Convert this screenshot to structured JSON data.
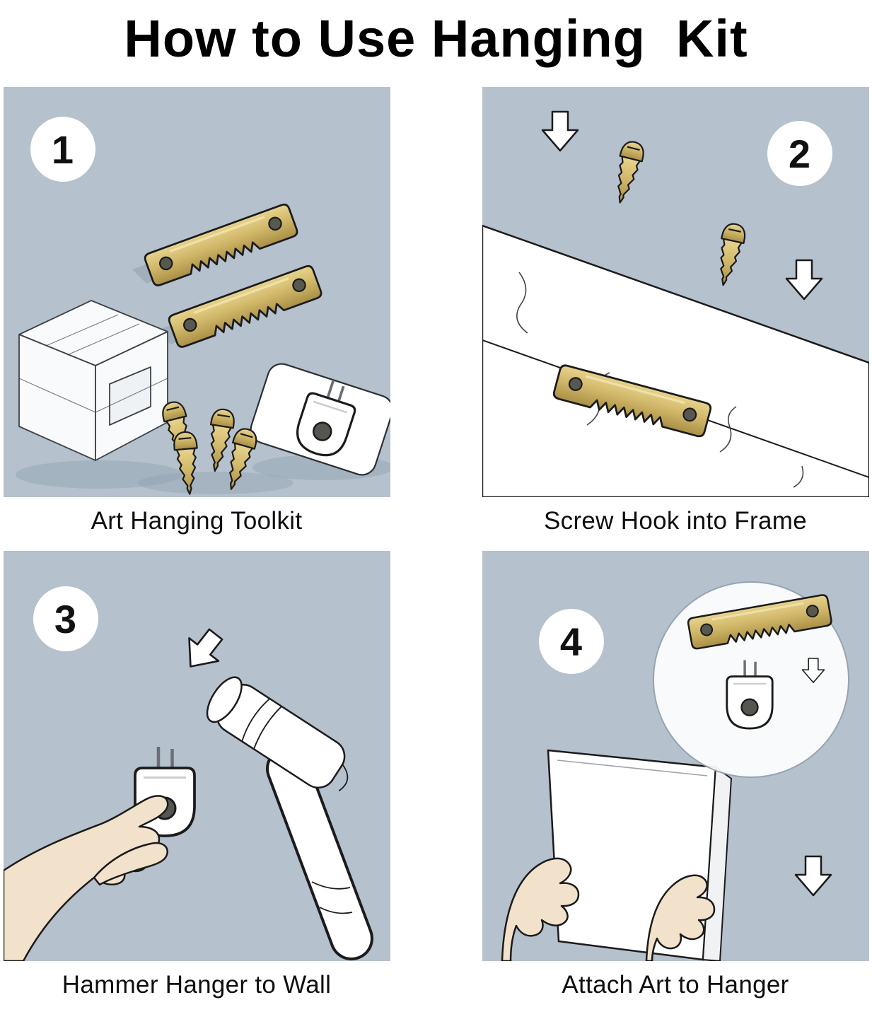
{
  "title": "How to Use Hanging  Kit",
  "colors": {
    "panel_bg": "#b5c1cd",
    "brass": "#cdb467",
    "outline": "#1b1b1b",
    "skin": "#f3e2cb",
    "shadow": "#90a1b1",
    "white": "#ffffff"
  },
  "steps": [
    {
      "number": "1",
      "caption": "Art Hanging Toolkit"
    },
    {
      "number": "2",
      "caption": "Screw Hook into Frame"
    },
    {
      "number": "3",
      "caption": "Hammer Hanger to Wall"
    },
    {
      "number": "4",
      "caption": "Attach Art to Hanger"
    }
  ]
}
